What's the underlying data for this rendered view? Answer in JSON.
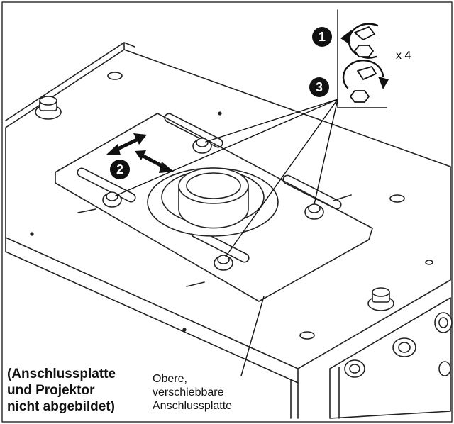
{
  "steps": {
    "step1": "1",
    "step2": "2",
    "step3": "3",
    "multiplier": "x 4"
  },
  "labels": {
    "note_line1": "(Anschlussplatte",
    "note_line2": "und Projektor",
    "note_line3": "nicht abgebildet)",
    "plate_line1": "Obere,",
    "plate_line2": "verschiebbare",
    "plate_line3": "Anschlussplatte"
  },
  "icons": {
    "loosen": "wrench-loosen-icon",
    "tighten": "wrench-tighten-icon"
  }
}
